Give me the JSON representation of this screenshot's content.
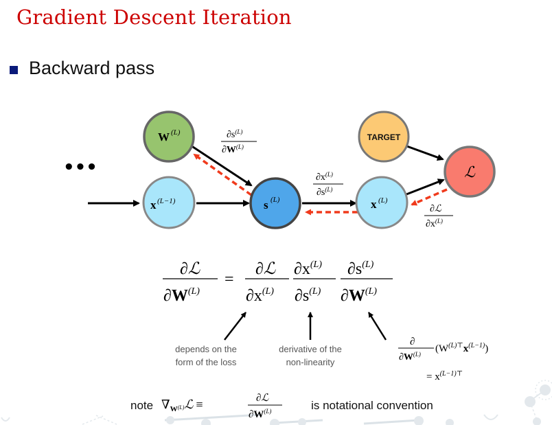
{
  "slide": {
    "title": "Gradient Descent Iteration",
    "bullet": "Backward pass"
  },
  "diagram": {
    "ellipsis": "•••",
    "nodes": [
      {
        "id": "W",
        "label": "W",
        "sup": "(L)",
        "fill": "#97c46e"
      },
      {
        "id": "x_prev",
        "label": "x",
        "sup": "(L−1)",
        "fill": "#a9e6fb"
      },
      {
        "id": "s",
        "label": "s",
        "sup": "(L)",
        "fill": "#4fa6ea"
      },
      {
        "id": "x",
        "label": "x",
        "sup": "(L)",
        "fill": "#a9e6fb"
      },
      {
        "id": "target",
        "label": "TARGET",
        "fill": "#fcc974"
      },
      {
        "id": "loss",
        "label": "ℒ",
        "fill": "#f97b6e"
      }
    ],
    "edge_labels": {
      "ds_dW": {
        "num": "∂s",
        "num_sup": "(L)",
        "den": "∂W",
        "den_sup": "(L)"
      },
      "dx_ds": {
        "num": "∂x",
        "num_sup": "(L)",
        "den": "∂s",
        "den_sup": "(L)"
      },
      "dL_dx": {
        "num": "∂ℒ",
        "den": "∂x",
        "den_sup": "(L)"
      }
    },
    "colors": {
      "forward_arrow": "#000000",
      "backward_arrow": "#f03a1c",
      "node_border": "#666666"
    }
  },
  "equation": {
    "lhs": {
      "num": "∂ℒ",
      "den": "∂W",
      "den_sup": "(L)"
    },
    "equals": "=",
    "terms": [
      {
        "num": "∂ℒ",
        "num_sup": "",
        "den": "∂x",
        "den_sup": "(L)"
      },
      {
        "num": "∂x",
        "num_sup": "(L)",
        "den": "∂s",
        "den_sup": "(L)"
      },
      {
        "num": "∂s",
        "num_sup": "(L)",
        "den": "∂W",
        "den_sup": "(L)"
      }
    ]
  },
  "annotations": {
    "loss_form": [
      "depends on the",
      "form of the loss"
    ],
    "nonlinearity": [
      "derivative of the",
      "non-linearity"
    ],
    "weight_deriv": {
      "frac_num": "∂",
      "frac_den": "∂W",
      "frac_den_sup": "(L)",
      "expr_open": "(W",
      "expr_sup1": "(L)⊤",
      "expr_mid": "x",
      "expr_sup2": "(L−1)",
      "expr_close": ")",
      "result_eq": "= x",
      "result_sup": "(L−1)⊤"
    }
  },
  "note": {
    "label": "note",
    "nabla": "∇",
    "nabla_sub": "W",
    "nabla_sub_sup": "(L)",
    "loss": "ℒ",
    "equiv": "≡",
    "frac_num": "∂ℒ",
    "frac_den": "∂W",
    "frac_den_sup": "(L)",
    "suffix": "is notational convention"
  }
}
